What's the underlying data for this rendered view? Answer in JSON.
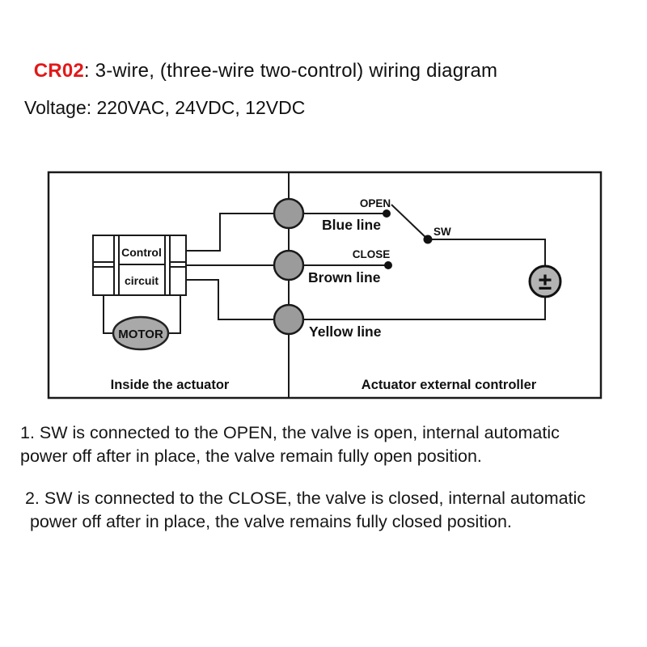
{
  "header": {
    "model": "CR02",
    "model_color": "#e21919",
    "title_rest": ": 3-wire, (three-wire two-control) wiring diagram",
    "voltage_line": "Voltage: 220VAC, 24VDC, 12VDC"
  },
  "diagram": {
    "left_section_label": "Inside the actuator",
    "right_section_label": "Actuator external controller",
    "control_box": {
      "line1": "Control",
      "line2": "circuit"
    },
    "motor_label": "MOTOR",
    "wires": [
      {
        "name": "blue",
        "label": "Blue line",
        "terminal": "OPEN"
      },
      {
        "name": "brown",
        "label": "Brown line",
        "terminal": "CLOSE"
      },
      {
        "name": "yellow",
        "label": "Yellow line"
      }
    ],
    "switch_label": "SW",
    "power_symbol": "±",
    "colors": {
      "line": "#1a1a1a",
      "terminal_fill": "#9b9b9b",
      "motor_fill": "#a9a9a9",
      "battery_fill": "#b3b3b3"
    }
  },
  "notes": [
    {
      "lines": [
        "1. SW is connected to the OPEN, the valve is open, internal automatic",
        "power off after in place, the valve remain fully open position."
      ]
    },
    {
      "lines": [
        " 2. SW is connected to the CLOSE, the valve is closed, internal automatic",
        "  power off after in place, the valve remains fully closed position."
      ]
    }
  ]
}
